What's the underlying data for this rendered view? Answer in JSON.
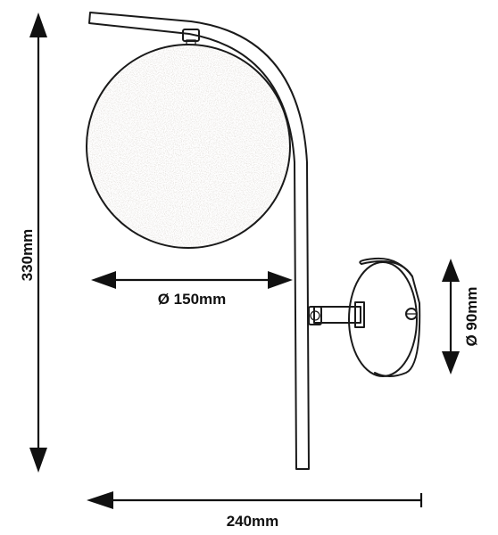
{
  "dimensions": {
    "height_label": "330mm",
    "width_label": "240mm",
    "globe_diameter_label": "Ø 150mm",
    "base_diameter_label": "Ø 90mm"
  }
}
